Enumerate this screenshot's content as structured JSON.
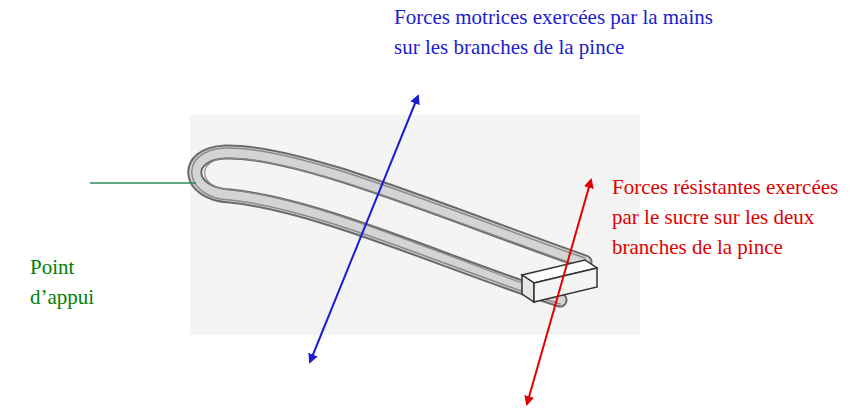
{
  "diagram": {
    "labels": [
      "Forces motrices exercées par la mains sur les branches de la pince",
      "Forces résistantes exercées par le sucre sur les deux branches de la pince",
      "Point d’appui"
    ]
  }
}
